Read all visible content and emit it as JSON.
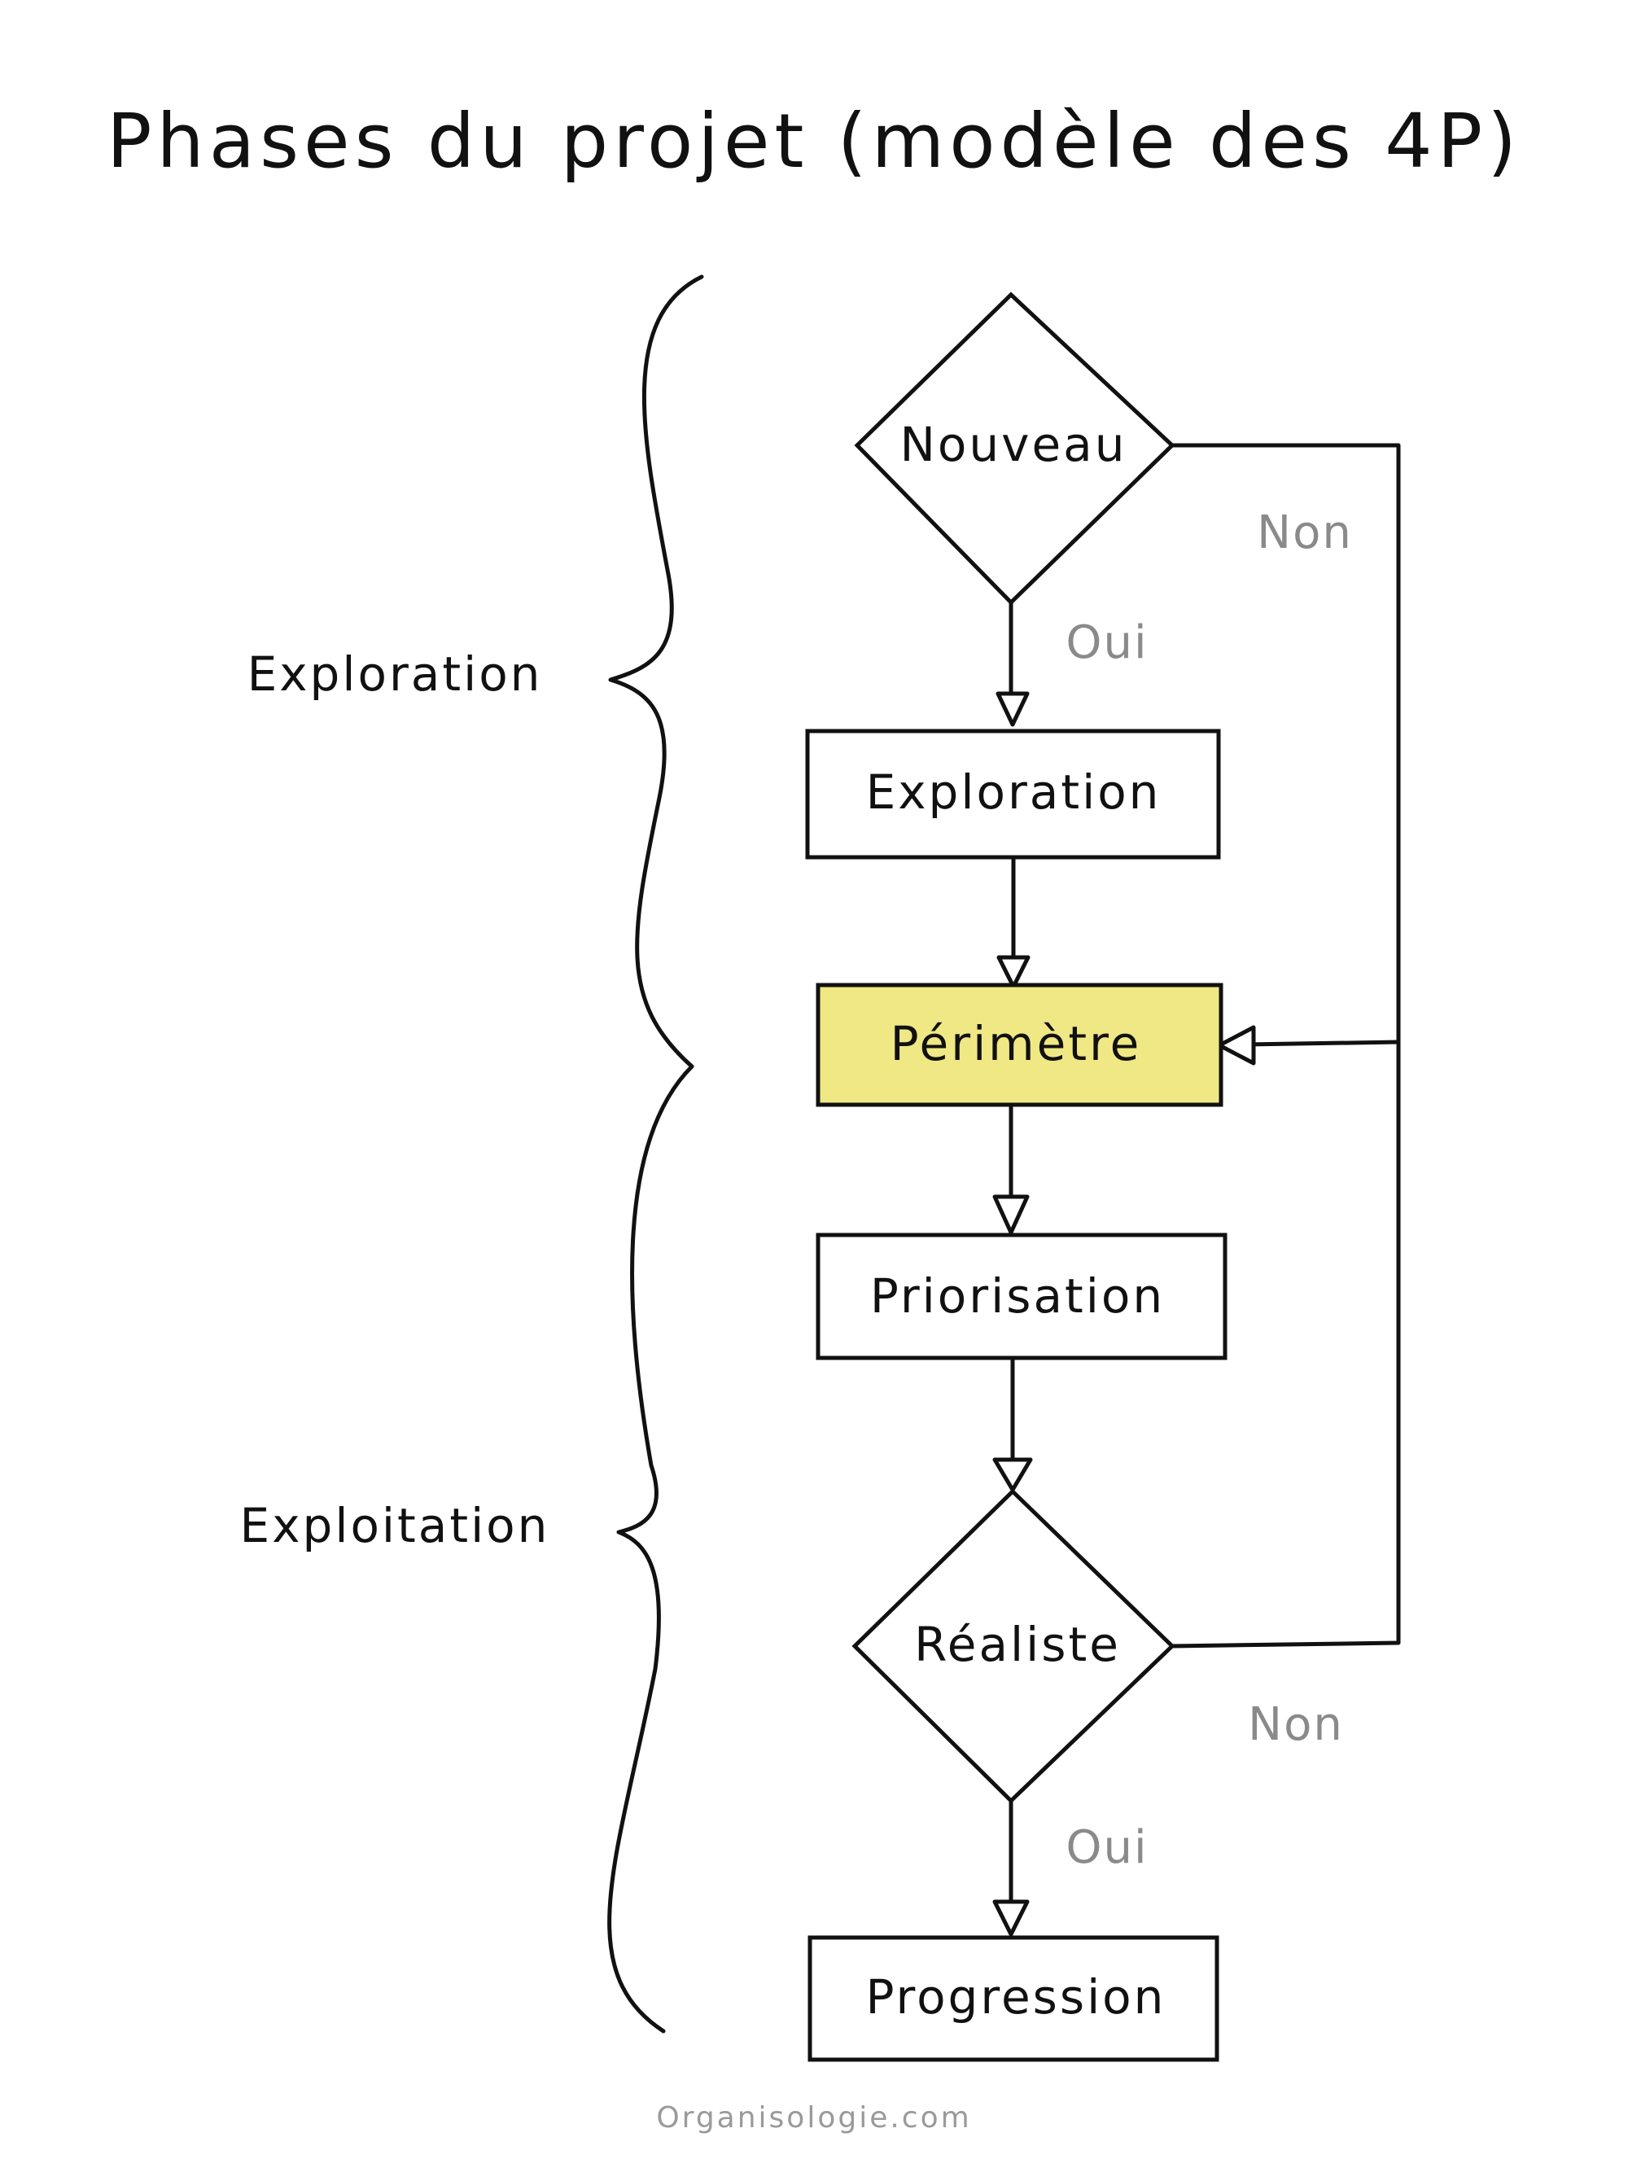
{
  "title": "Phases du projet (modèle des 4P)",
  "phases": {
    "exploration": "Exploration",
    "exploitation": "Exploitation"
  },
  "nodes": {
    "nouveau": "Nouveau",
    "exploration": "Exploration",
    "perimetre": "Périmètre",
    "priorisation": "Priorisation",
    "realiste": "Réaliste",
    "progression": "Progression"
  },
  "branches": {
    "nouveau_non": "Non",
    "nouveau_oui": "Oui",
    "realiste_non": "Non",
    "realiste_oui": "Oui"
  },
  "colors": {
    "highlight": "#efe884",
    "ink": "#111111",
    "branch_label": "#8a8a8a"
  },
  "footer": "Organisologie.com"
}
